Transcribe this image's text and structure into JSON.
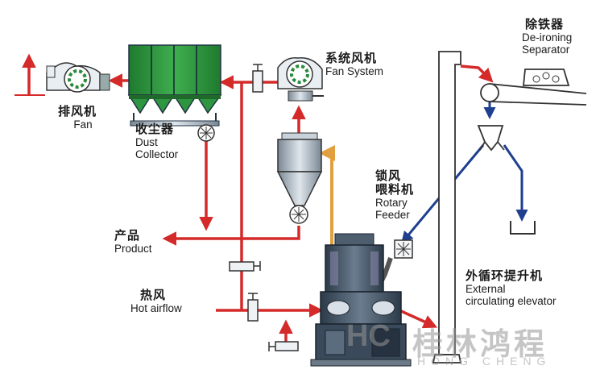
{
  "labels": {
    "exhaust_fan_cn": "排风机",
    "exhaust_fan_en": "Fan",
    "dust_collector_cn": "收尘器",
    "dust_collector_en1": "Dust",
    "dust_collector_en2": "Collector",
    "fan_system_cn": "系统风机",
    "fan_system_en": "Fan System",
    "deironing_cn": "除铁器",
    "deironing_en1": "De-ironing",
    "deironing_en2": "Separator",
    "rotary_feeder_cn1": "锁风",
    "rotary_feeder_cn2": "喂料机",
    "rotary_feeder_en1": "Rotary",
    "rotary_feeder_en2": "Feeder",
    "product_cn": "产品",
    "product_en": "Product",
    "hot_airflow_cn": "热风",
    "hot_airflow_en": "Hot airflow",
    "elevator_cn": "外循环提升机",
    "elevator_en1": "External",
    "elevator_en2": "circulating elevator"
  },
  "watermark": {
    "logo": "HC",
    "brand_cn": "桂林鸿程",
    "brand_en": "HONG CHENG"
  },
  "colors": {
    "air_line": "#d42a2a",
    "material_line": "#1f3f8f",
    "feed_line": "#e0a040",
    "equipment_green": "#2a8a3a",
    "equipment_dark": "#3a4a5a"
  }
}
